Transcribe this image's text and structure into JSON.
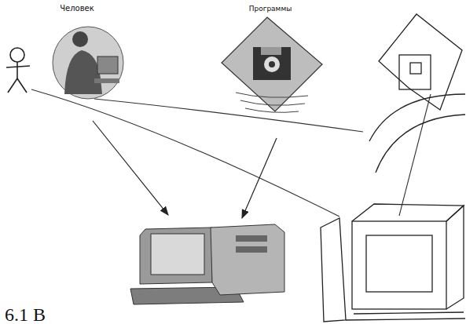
{
  "diagram": {
    "caption": "6.1 В",
    "labels": [
      "Человек",
      "Программы"
    ]
  }
}
